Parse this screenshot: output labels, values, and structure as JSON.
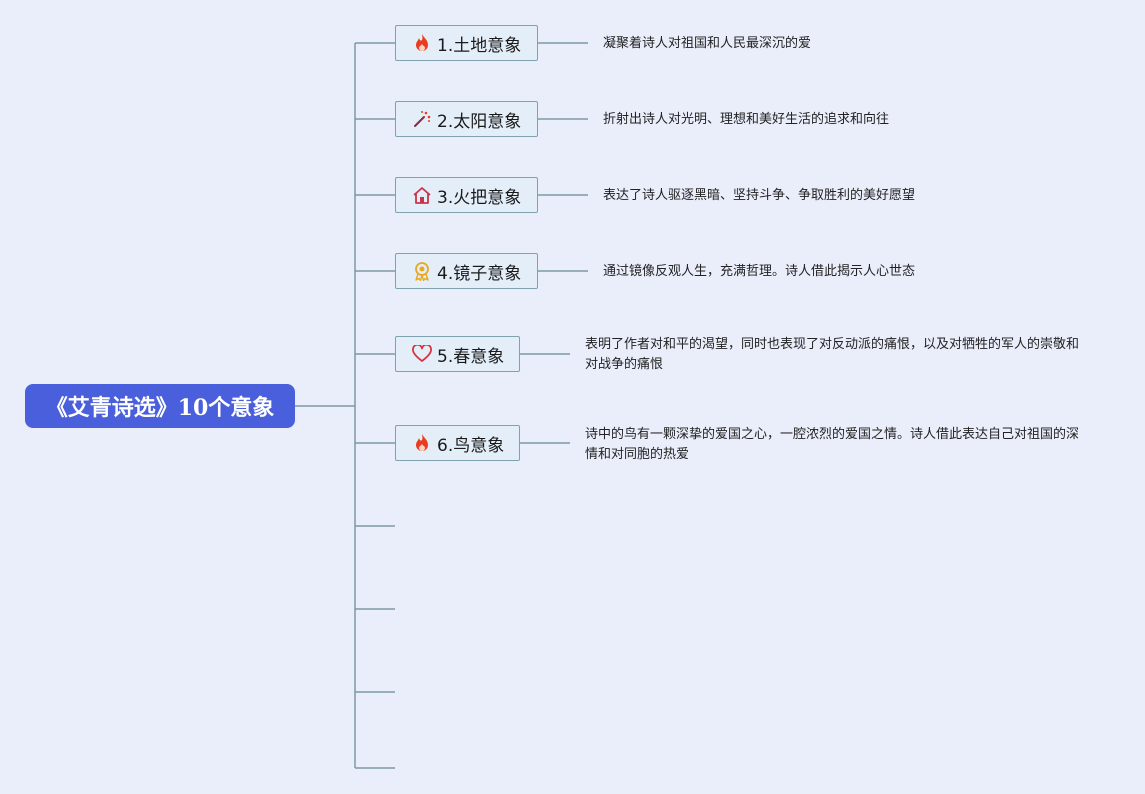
{
  "root": {
    "title": "《艾青诗选》10个意象"
  },
  "branches": [
    {
      "label": "1.土地意象",
      "icon": "fire-icon",
      "desc": "凝聚着诗人对祖国和人民最深沉的爱"
    },
    {
      "label": "2.太阳意象",
      "icon": "magic-wand-icon",
      "desc": "折射出诗人对光明、理想和美好生活的追求和向往"
    },
    {
      "label": "3.火把意象",
      "icon": "house-icon",
      "desc": "表达了诗人驱逐黑暗、坚持斗争、争取胜利的美好愿望"
    },
    {
      "label": "4.镜子意象",
      "icon": "medal-icon",
      "desc": "通过镜像反观人生，充满哲理。诗人借此揭示人心世态"
    },
    {
      "label": "5.春意象",
      "icon": "heart-icon",
      "desc": "表明了作者对和平的渴望，同时也表现了对反动派的痛恨，以及对牺牲的军人的崇敬和对战争的痛恨"
    },
    {
      "label": "6.鸟意象",
      "icon": "fire-icon",
      "desc": "诗中的鸟有一颗深挚的爱国之心，一腔浓烈的爱国之情。诗人借此表达自己对祖国的深情和对同胞的热爱"
    }
  ],
  "colors": {
    "root_bg": "#4a5fdc",
    "node_border": "#7fa3ae",
    "line": "#7b9aa3",
    "fire": "#e83e1f",
    "heart": "#d8343f",
    "medal": "#e8a820"
  }
}
